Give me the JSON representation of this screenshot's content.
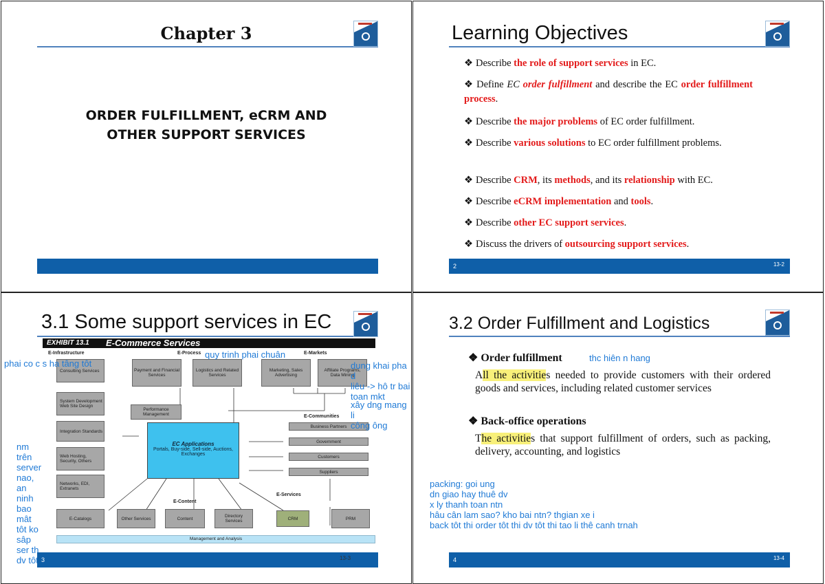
{
  "slide1": {
    "title": "Chapter 3",
    "subtitle_line1": "ORDER FULFILLMENT, eCRM AND",
    "subtitle_line2": "OTHER SUPPORT SERVICES"
  },
  "slide2": {
    "title": "Learning Objectives",
    "bullet": "❖",
    "items": [
      {
        "a": "Describe ",
        "b": "the role of support services",
        "c": " in EC."
      },
      {
        "a": "Define ",
        "i": "EC",
        "b": "order fulfillment",
        "c": " and describe the EC ",
        "d": "order fulfillment process",
        "e": "."
      },
      {
        "a": "Describe ",
        "b": "the major problems",
        "c": " of EC order fulfillment."
      },
      {
        "a": "Describe ",
        "b": "various solutions",
        "c": " to EC order fulfillment problems."
      },
      {
        "a": "Describe ",
        "b": "CRM",
        "c": ", its ",
        "d": "methods",
        "e": ", and its ",
        "f": "relationship",
        "g": " with EC."
      },
      {
        "a": "Describe ",
        "b": "eCRM implementation",
        "c": " and ",
        "d": "tools",
        "e": "."
      },
      {
        "a": "Describe ",
        "b": "other EC support services",
        "c": "."
      },
      {
        "a": "Discuss the drivers of ",
        "b": "outsourcing support services",
        "c": "."
      }
    ],
    "page": "2",
    "code": "13-2"
  },
  "slide3": {
    "title": "3.1 Some support services in EC",
    "exhibit_label": "EXHIBIT 13.1",
    "exhibit_title": "E-Commerce Services",
    "sections": {
      "infrastructure": "E-Infrastructure",
      "process": "E-Process",
      "markets": "E-Markets",
      "communities": "E-Communities",
      "content": "E-Content",
      "services": "E-Services"
    },
    "infra_boxes": [
      "Consulting Services",
      "System Development Web Site Design",
      "Integration Standards",
      "Web Hosting, Security, Others",
      "Networks, EDI, Extranets"
    ],
    "process_boxes": [
      "Payment and Financial Services",
      "Logistics and Related Services",
      "Performance Management"
    ],
    "market_boxes": [
      "Marketing, Sales Advertising",
      "Affiliate Programs, Data Mining"
    ],
    "community_boxes": [
      "Business Partners",
      "Government",
      "Customers",
      "Suppliers"
    ],
    "ec_app_title": "EC Applications",
    "ec_app_text": "Portals, Buy-side, Sell-side, Auctions, Exchanges",
    "bottom_boxes": [
      "E-Catalogs",
      "Other Services",
      "Content",
      "Directory Services",
      "CRM",
      "PRM"
    ],
    "management": "Management and Analysis",
    "page": "3",
    "code": "13-3",
    "notes": {
      "n1": "phai co c s ha tâng tôt",
      "n2": "quy trinh phai chuân",
      "n3a": "dung khai pha d",
      "n3b": "liêu -> hô tr bai",
      "n3c": "toan mkt",
      "n4a": "xây dng mang li",
      "n4b": "công ông",
      "n5": [
        "nm",
        "trên",
        "server",
        "nao,",
        "an",
        "ninh",
        "bao",
        "mât",
        "tôt ko",
        "sâp",
        "ser th",
        "dv tôt"
      ]
    }
  },
  "slide4": {
    "title": "3.2 Order Fulfillment and Logistics",
    "head1": "Order fulfillment",
    "note1": "thc hiên n hang",
    "text1_hl": "All the activitie",
    "text1_hl_prefix": "A",
    "text1_hl_main": "ll the activitie",
    "text1_rest": "s needed to provide customers with their ordered goods and services, including related customer services",
    "head2": "Back-office operations",
    "text2_prefix": "T",
    "text2_hl": "he activitie",
    "text2_rest": "s that support fulfillment of orders, such as packing, delivery, accounting, and logistics",
    "notes": [
      "packing: goi ung",
      "dn giao hay thuê dv",
      "x ly thanh toan ntn",
      "hâu cân lam sao? kho bai ntn? thgian xe i",
      "back tôt thi order tôt thi dv tôt thi tao li thê canh trnah"
    ],
    "page": "4",
    "code": "13-4"
  }
}
